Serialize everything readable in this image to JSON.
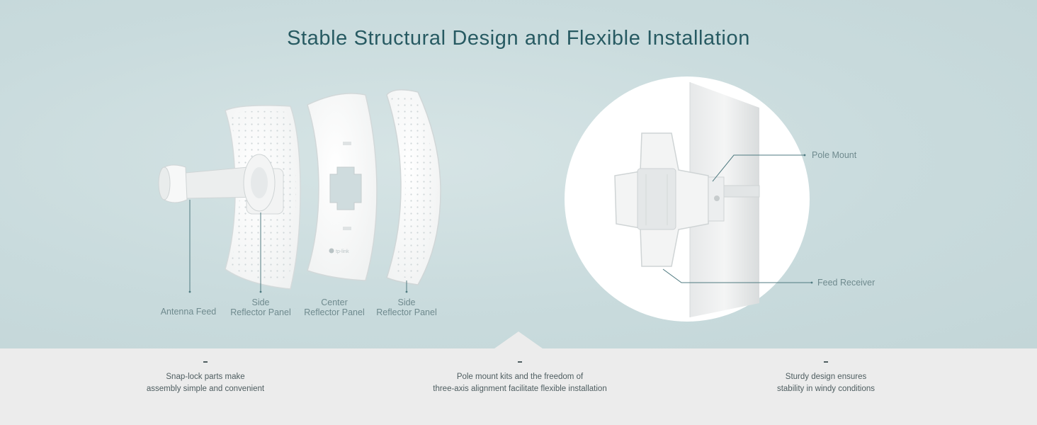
{
  "title": "Stable Structural Design and Flexible Installation",
  "parts": [
    {
      "lines": [
        "Antenna Feed"
      ]
    },
    {
      "lines": [
        "Side",
        "Reflector Panel"
      ]
    },
    {
      "lines": [
        "Center",
        "Reflector Panel"
      ]
    },
    {
      "lines": [
        "Side",
        "Reflector Panel"
      ]
    }
  ],
  "callouts": {
    "pole_mount": "Pole Mount",
    "feed_receiver": "Feed Receiver"
  },
  "features": [
    {
      "lines": [
        "Snap-lock parts make",
        "assembly simple and convenient"
      ]
    },
    {
      "lines": [
        "Pole mount kits and the freedom of",
        "three-axis alignment facilitate flexible installation"
      ]
    },
    {
      "lines": [
        "Sturdy design ensures",
        "stability in windy conditions"
      ]
    }
  ],
  "brand_mark": "tp-link",
  "colors": {
    "top_background": "#c9dbdd",
    "bottom_background": "#ececec",
    "title": "#275a62",
    "label": "#6f8a8e",
    "feature_text": "#4e5d60",
    "leader_line": "#4f7a80"
  }
}
